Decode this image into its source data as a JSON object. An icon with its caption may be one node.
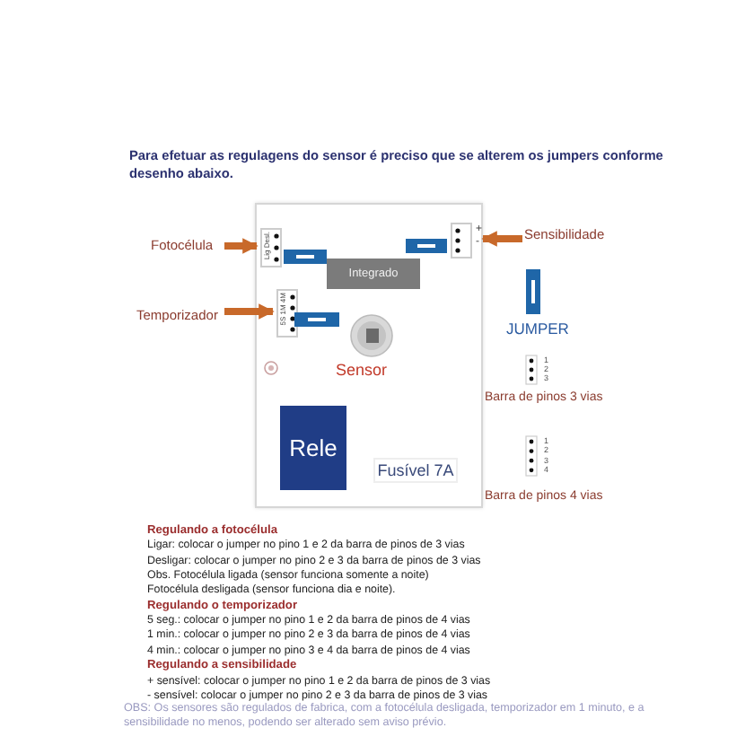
{
  "diagram": {
    "nodes": [
      {
        "text": [],
        "shape": "box"
      },
      {
        "text": [
          "Fotocélula"
        ]
      },
      {
        "text": [
          "Lig Desl."
        ],
        "in": 0
      },
      {
        "text": [
          "Temporizador"
        ]
      },
      {
        "text": [
          "5S 1M 4M"
        ],
        "in": 0
      },
      {
        "text": [
          "Sensibilidade"
        ]
      },
      {
        "text": [
          "+",
          "-"
        ],
        "in": 0
      },
      {
        "text": [
          "Integrado"
        ],
        "in": 0
      },
      {
        "text": [
          "Sensor"
        ],
        "in": 0
      },
      {
        "text": [
          "Rele"
        ],
        "in": 0
      },
      {
        "text": [
          "Fusível 7A"
        ],
        "in": 0
      }
    ],
    "edges": [
      {
        "from": 1,
        "to": 2,
        "arrow": "to"
      },
      {
        "from": 3,
        "to": 4,
        "arrow": "to"
      },
      {
        "from": 5,
        "to": 6,
        "arrow": "to"
      }
    ],
    "labels": [
      "Para efetuar as regulagens do sensor é preciso que se alterem os jumpers conforme desenho abaixo.",
      "JUMPER",
      "1",
      "2",
      "3",
      "Barra de pinos 3 vias",
      "1",
      "2",
      "3",
      "4",
      "Barra de pinos 4 vias",
      "Regulando a fotocélula",
      "Ligar: colocar o jumper no pino 1 e 2 da barra de pinos de 3 vias",
      "Desligar: colocar o jumper no pino 2 e 3 da barra de pinos de 3 vias",
      "Obs. Fotocélula ligada (sensor funciona somente a noite)",
      "Fotocélula desligada (sensor funciona dia e noite).",
      "Regulando o temporizador",
      "5 seg.: colocar o jumper no pino 1 e 2 da barra de pinos de 4 vias",
      "1 min.: colocar o jumper no pino 2 e 3 da barra de pinos de 4 vias",
      "4 min.: colocar o jumper no pino 3 e 4 da barra de pinos de 4 vias",
      "Regulando a sensibilidade",
      "+ sensível: colocar o jumper no pino 1 e 2 da barra de pinos de 3 vias",
      "- sensível: colocar o jumper no pino 2 e 3 da barra de pinos de 3 vias",
      "OBS: Os sensores são regulados de fabrica, com a fotocélula desligada, temporizador em 1 minuto, e a sensibilidade no menos, podendo ser alterado sem aviso prévio."
    ]
  }
}
